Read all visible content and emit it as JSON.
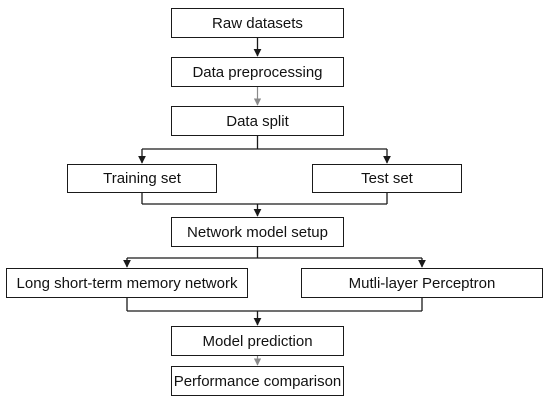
{
  "nodes": {
    "raw_datasets": "Raw datasets",
    "data_preprocessing": "Data preprocessing",
    "data_split": "Data split",
    "training_set": "Training set",
    "test_set": "Test set",
    "network_model_setup": "Network model setup",
    "lstm": "Long short-term memory network",
    "mlp": "Mutli-layer Perceptron",
    "model_prediction": "Model prediction",
    "performance_comparison": "Performance comparison"
  },
  "colors": {
    "box_border": "#1a1a1a",
    "arrow": "#1a1a1a",
    "arrow_light": "#8a8a8a",
    "background": "#ffffff"
  }
}
